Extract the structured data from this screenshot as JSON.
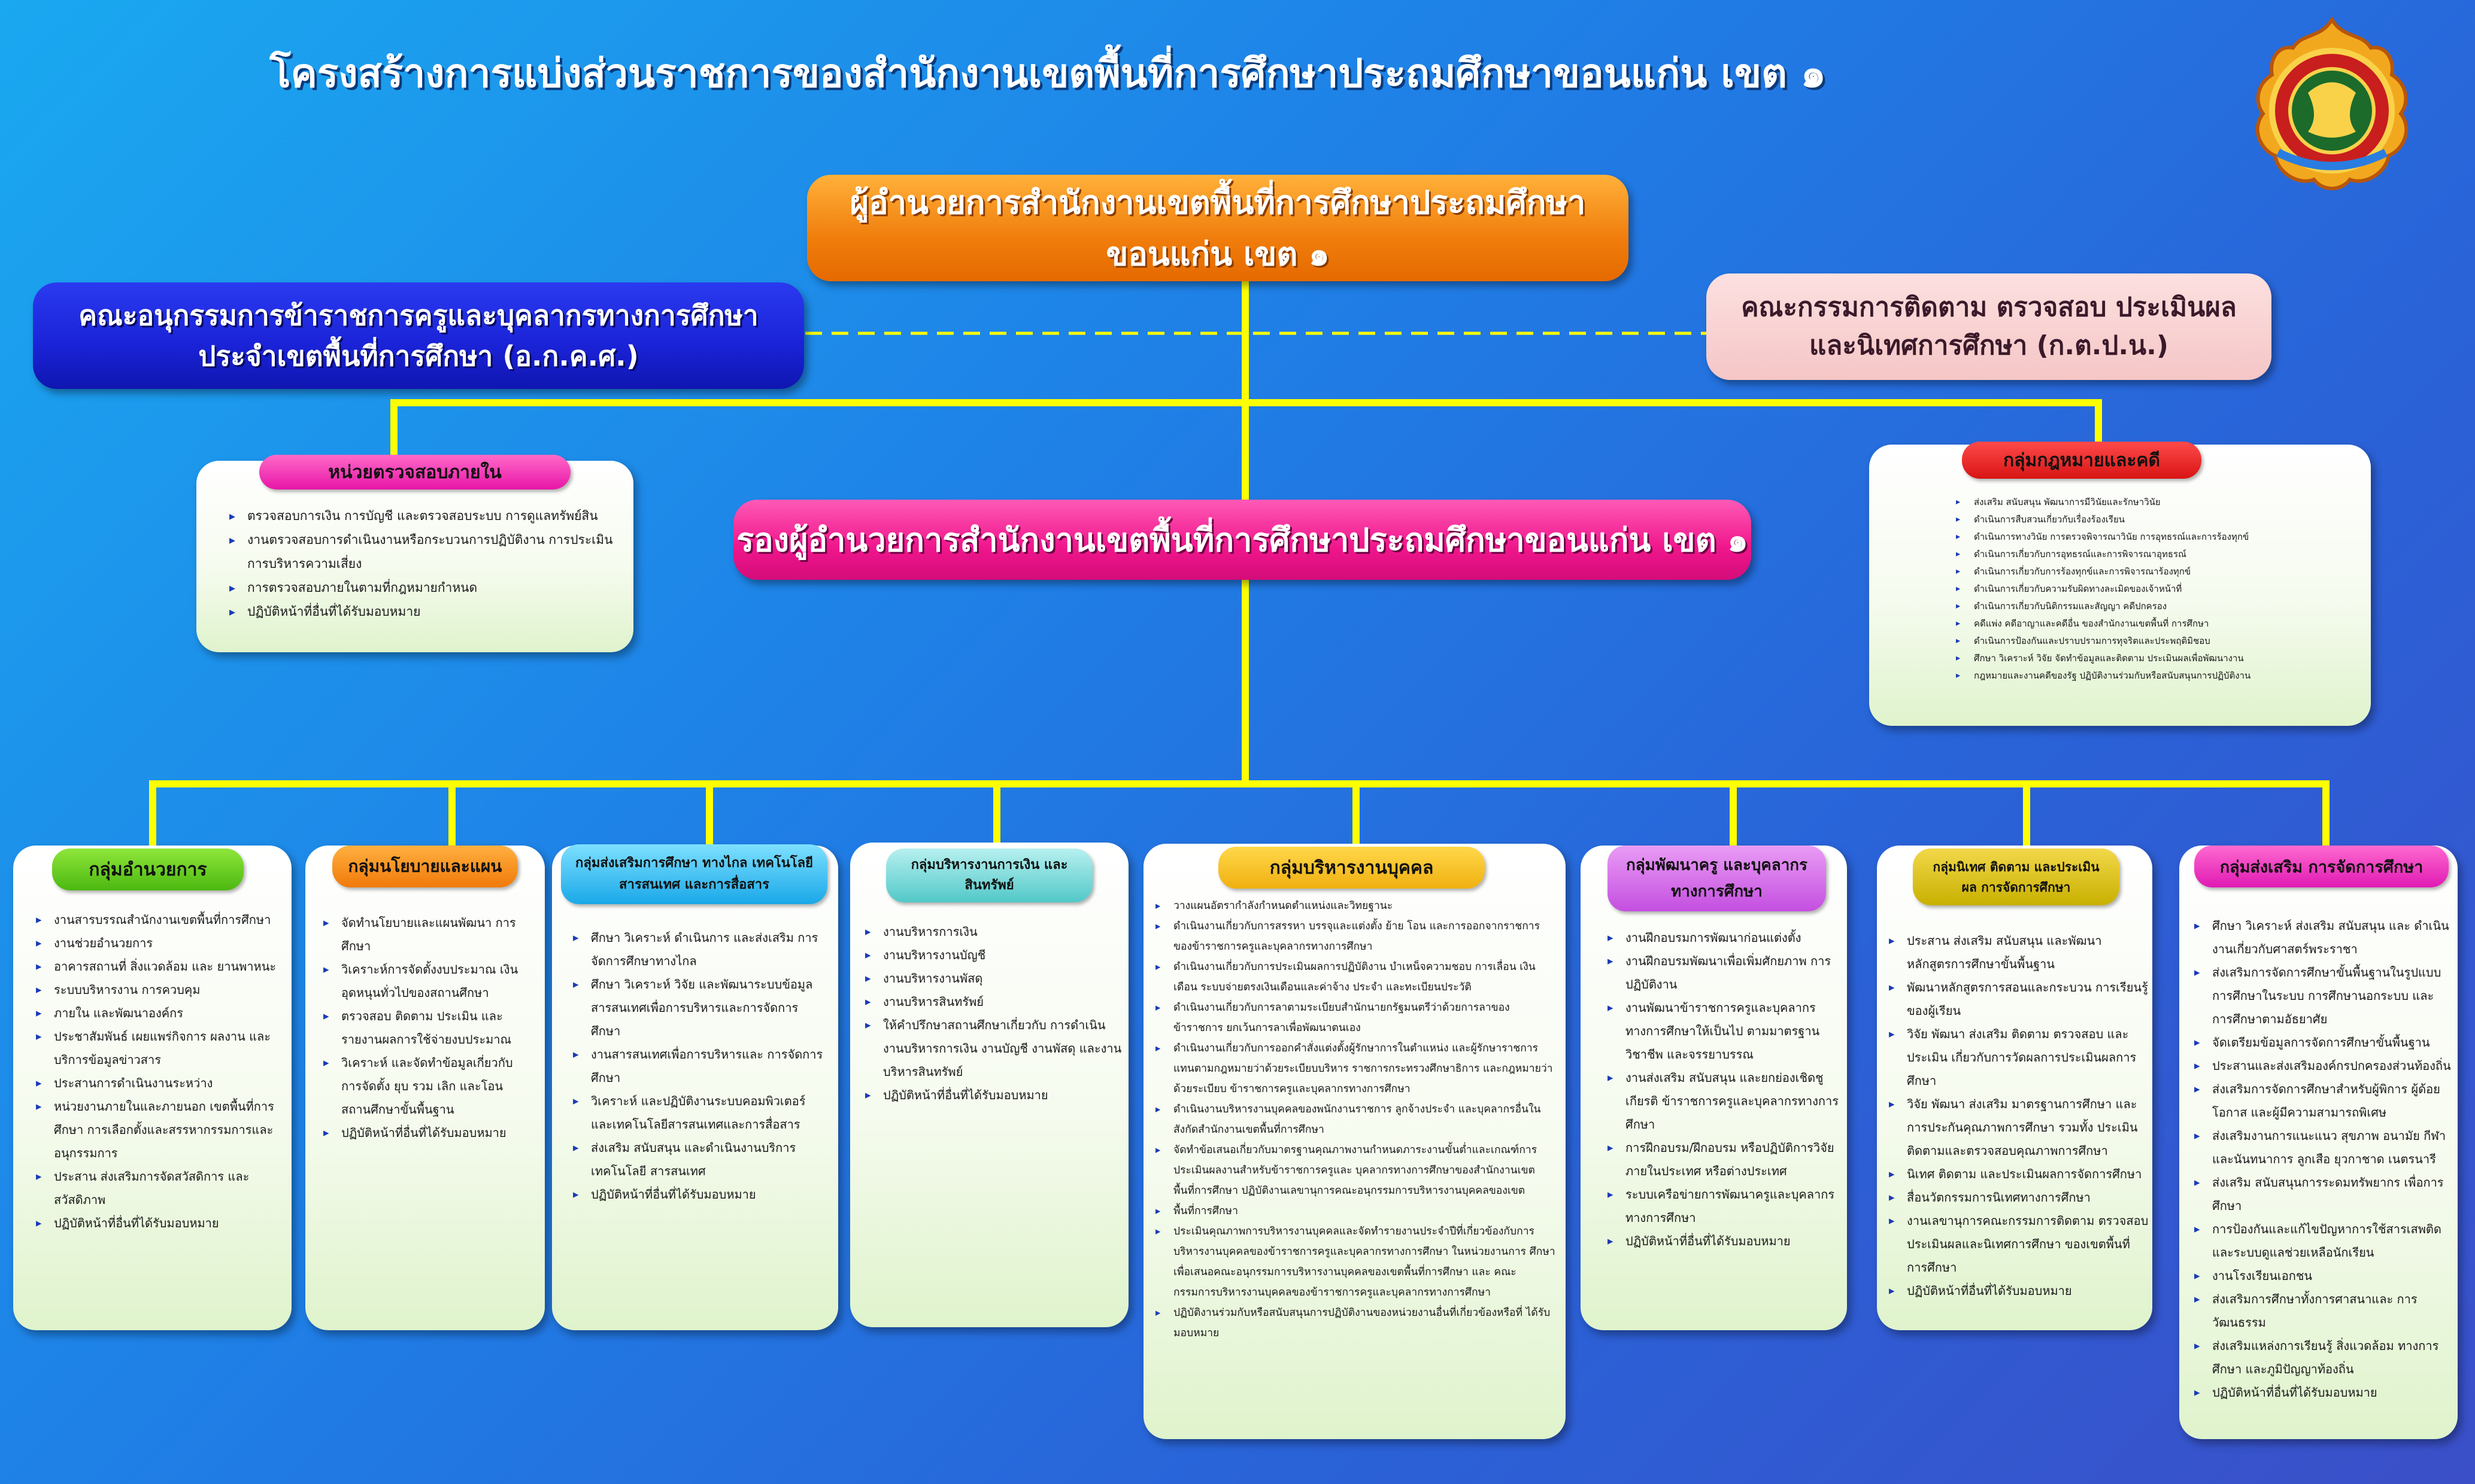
{
  "title": "โครงสร้างการแบ่งส่วนราชการของสำนักงานเขตพื้นที่การศึกษาประถมศึกษาขอนแก่น เขต ๑",
  "director": "ผู้อำนวยการสำนักงานเขตพื้นที่การศึกษาประถมศึกษาขอนแก่น เขต ๑",
  "committee_left": {
    "line1": "คณะอนุกรรมการข้าราชการครูและบุคลากรทางการศึกษา",
    "line2": "ประจำเขตพื้นที่การศึกษา (อ.ก.ค.ศ.)"
  },
  "committee_right": {
    "line1": "คณะกรรมการติดตาม ตรวจสอบ ประเมินผล",
    "line2": "และนิเทศการศึกษา (ก.ต.ป.น.)"
  },
  "deputy": "รองผู้อำนวยการสำนักงานเขตพื้นที่การศึกษาประถมศึกษาขอนแก่น เขต ๑",
  "colors": {
    "connector": "#ffff00",
    "director": "#f07d0c",
    "committee_left": "#1a22d6",
    "committee_right": "#f5c6c6",
    "deputy": "#f0168c"
  },
  "audit": {
    "label": "หน่วยตรวจสอบภายใน",
    "items": [
      "ตรวจสอบการเงิน การบัญชี และตรวจสอบระบบ การดูแลทรัพย์สิน",
      "งานตรวจสอบการดำเนินงานหรือกระบวนการปฏิบัติงาน การประเมินการบริหารความเสี่ยง",
      "การตรวจสอบภายในตามที่กฎหมายกำหนด",
      "ปฏิบัติหน้าที่อื่นที่ได้รับมอบหมาย"
    ]
  },
  "legal": {
    "label": "กลุ่มกฎหมายและคดี",
    "items": [
      "ส่งเสริม สนับสนุน พัฒนาการมีวินัยและรักษาวินัย",
      "ดำเนินการสืบสวนเกี่ยวกับเรื่องร้องเรียน",
      "ดำเนินการทางวินัย การตรวจพิจารณาวินัย การอุทธรณ์และการร้องทุกข์",
      "ดำเนินการเกี่ยวกับการอุทธรณ์และการพิจารณาอุทธรณ์",
      "ดำเนินการเกี่ยวกับการร้องทุกข์และการพิจารณาร้องทุกข์",
      "ดำเนินการเกี่ยวกับความรับผิดทางละเมิดของเจ้าหน้าที่",
      "ดำเนินการเกี่ยวกับนิติกรรมและสัญญา คดีปกครอง",
      "คดีแพ่ง คดีอาญาและคดีอื่น ของสำนักงานเขตพื้นที่ การศึกษา",
      "ดำเนินการป้องกันและปราบปรามการทุจริตและประพฤติมิชอบ",
      "ศึกษา วิเคราะห์ วิจัย จัดทำข้อมูลและติดตาม ประเมินผลเพื่อพัฒนางาน",
      "กฎหมายและงานคดีของรัฐ ปฏิบัติงานร่วมกับหรือสนับสนุนการปฏิบัติงาน"
    ]
  },
  "groups": [
    {
      "label": "กลุ่มอำนวยการ",
      "items": [
        "งานสารบรรณสำนักงานเขตพื้นที่การศึกษา",
        "งานช่วยอำนวยการ",
        "อาคารสถานที่ สิ่งแวดล้อม และ ยานพาหนะ",
        "ระบบบริหารงาน การควบคุม",
        "ภายใน และพัฒนาองค์กร",
        "ประชาสัมพันธ์ เผยแพร่กิจการ ผลงาน และบริการข้อมูลข่าวสาร",
        "ประสานการดำเนินงานระหว่าง",
        "หน่วยงานภายในและภายนอก เขตพื้นที่การศึกษา การเลือกตั้งและสรรหากรรมการและอนุกรรมการ",
        "ประสาน ส่งเสริมการจัดสวัสดิการ และสวัสดิภาพ",
        "ปฏิบัติหน้าที่อื่นที่ได้รับมอบหมาย"
      ]
    },
    {
      "label": "กลุ่มนโยบายและแผน",
      "items": [
        "จัดทำนโยบายและแผนพัฒนา การศึกษา",
        "วิเคราะห์การจัดตั้งงบประมาณ เงินอุดหนุนทั่วไปของสถานศึกษา",
        "ตรวจสอบ ติดตาม ประเมิน และ รายงานผลการใช้จ่ายงบประมาณ",
        "วิเคราะห์ และจัดทำข้อมูลเกี่ยวกับ การจัดตั้ง ยุบ รวม เลิก และโอน สถานศึกษาขั้นพื้นฐาน",
        "ปฏิบัติหน้าที่อื่นที่ได้รับมอบหมาย"
      ]
    },
    {
      "label": "กลุ่มส่งเสริมการศึกษา ทางไกล เทคโนโลยีสารสนเทศ และการสื่อสาร",
      "items": [
        "ศึกษา วิเคราะห์ ดำเนินการ และส่งเสริม การจัดการศึกษาทางไกล",
        "ศึกษา วิเคราะห์ วิจัย และพัฒนาระบบข้อมูล สารสนเทศเพื่อการบริหารและการจัดการศึกษา",
        "งานสารสนเทศเพื่อการบริหารและ การจัดการศึกษา",
        "วิเคราะห์ และปฏิบัติงานระบบคอมพิวเตอร์ และเทคโนโลยีสารสนเทศและการสื่อสาร",
        "ส่งเสริม สนับสนุน และดำเนินงานบริการ เทคโนโลยี สารสนเทศ",
        "ปฏิบัติหน้าที่อื่นที่ได้รับมอบหมาย"
      ]
    },
    {
      "label": "กลุ่มบริหารงานการเงิน และสินทรัพย์",
      "items": [
        "งานบริหารการเงิน",
        "งานบริหารงานบัญชี",
        "งานบริหารงานพัสดุ",
        "งานบริหารสินทรัพย์",
        "ให้คำปรึกษาสถานศึกษาเกี่ยวกับ การดำเนินงานบริหารการเงิน งานบัญชี งานพัสดุ และงานบริหารสินทรัพย์",
        "ปฏิบัติหน้าที่อื่นที่ได้รับมอบหมาย"
      ]
    },
    {
      "label": "กลุ่มบริหารงานบุคคล",
      "items": [
        "วางแผนอัตรากำลังกำหนดตำแหน่งและวิทยฐานะ",
        "ดำเนินงานเกี่ยวกับการสรรหา บรรจุและแต่งตั้ง ย้าย โอน และการออกจากราชการ ของข้าราชการครูและบุคลากรทางการศึกษา",
        "ดำเนินงานเกี่ยวกับการประเมินผลการปฏิบัติงาน บำเหน็จความชอบ การเลื่อน เงินเดือน ระบบจ่ายตรงเงินเดือนและค่าจ้าง ประจำ และทะเบียนประวัติ",
        "ดำเนินงานเกี่ยวกับการลาตามระเบียบสำนักนายกรัฐมนตรีว่าด้วยการลาของ ข้าราชการ ยกเว้นการลาเพื่อพัฒนาตนเอง",
        "ดำเนินงานเกี่ยวกับการออกคำสั่งแต่งตั้งผู้รักษาการในตำแหน่ง และผู้รักษาราชการ แทนตามกฎหมายว่าด้วยระเบียบบริหาร ราชการกระทรวงศึกษาธิการ และกฎหมายว่าด้วยระเบียบ ข้าราชการครูและบุคลากรทางการศึกษา",
        "ดำเนินงานบริหารงานบุคคลของพนักงานราชการ ลูกจ้างประจำ และบุคลากรอื่นใน สังกัดสำนักงานเขตพื้นที่การศึกษา",
        "จัดทำข้อเสนอเกี่ยวกับมาตรฐานคุณภาพงานกำหนดภาระงานขั้นต่ำและเกณฑ์การ ประเมินผลงานสำหรับข้าราชการครูและ บุคลากรทางการศึกษาของสำนักงานเขต พื้นที่การศึกษา ปฏิบัติงานเลขานุการคณะอนุกรรมการบริหารงานบุคคลของเขต",
        "พื้นที่การศึกษา",
        "ประเมินคุณภาพการบริหารงานบุคคลและจัดทำรายงานประจำปีที่เกี่ยวข้องกับการ บริหารงานบุคคลของข้าราชการครูและบุคลากรทางการศึกษา ในหน่วยงานการ ศึกษาเพื่อเสนอคณะอนุกรรมการบริหารงานบุคคลของเขตพื้นที่การศึกษา และ คณะกรรมการบริหารงานบุคคลของข้าราชการครูและบุคลากรทางการศึกษา",
        "ปฏิบัติงานร่วมกับหรือสนับสนุนการปฏิบัติงานของหน่วยงานอื่นที่เกี่ยวข้องหรือที่ ได้รับมอบหมาย"
      ]
    },
    {
      "label": "กลุ่มพัฒนาครู และบุคลากรทางการศึกษา",
      "items": [
        "งานฝึกอบรมการพัฒนาก่อนแต่งตั้ง",
        "งานฝึกอบรมพัฒนาเพื่อเพิ่มศักยภาพ การปฏิบัติงาน",
        "งานพัฒนาข้าราชการครูและบุคลากร ทางการศึกษาให้เป็นไป ตามมาตรฐานวิชาชีพ และจรรยาบรรณ",
        "งานส่งเสริม สนับสนุน และยกย่องเชิดชูเกียรติ ข้าราชการครูและบุคลากรทางการศึกษา",
        "การฝึกอบรม/ฝึกอบรม หรือปฏิบัติการวิจัย ภายในประเทศ หรือต่างประเทศ",
        "ระบบเครือข่ายการพัฒนาครูและบุคลากร ทางการศึกษา",
        "ปฏิบัติหน้าที่อื่นที่ได้รับมอบหมาย"
      ]
    },
    {
      "label": "กลุ่มนิเทศ ติดตาม และประเมินผล การจัดการศึกษา",
      "items": [
        "ประสาน ส่งเสริม สนับสนุน และพัฒนา หลักสูตรการศึกษาขั้นพื้นฐาน",
        "พัฒนาหลักสูตรการสอนและกระบวน การเรียนรู้ของผู้เรียน",
        "วิจัย พัฒนา ส่งเสริม ติดตาม ตรวจสอบ และประเมิน เกี่ยวกับการวัดผลการประเมินผลการศึกษา",
        "วิจัย พัฒนา ส่งเสริม มาตรฐานการศึกษา และการประกันคุณภาพการศึกษา รวมทั้ง ประเมินติดตามและตรวจสอบคุณภาพการศึกษา",
        "นิเทศ ติดตาม และประเมินผลการจัดการศึกษา",
        "สื่อนวัตกรรมการนิเทศทางการศึกษา",
        "งานเลขานุการคณะกรรมการติดตาม ตรวจสอบ ประเมินผลและนิเทศการศึกษา ของเขตพื้นที่การศึกษา",
        "ปฏิบัติหน้าที่อื่นที่ได้รับมอบหมาย"
      ]
    },
    {
      "label": "กลุ่มส่งเสริม การจัดการศึกษา",
      "items": [
        "ศึกษา วิเคราะห์ ส่งเสริม สนับสนุน และ ดำเนินงานเกี่ยวกับศาสตร์พระราชา",
        "ส่งเสริมการจัดการศึกษาขั้นพื้นฐานในรูปแบบ การศึกษาในระบบ การศึกษานอกระบบ และ การศึกษาตามอัธยาศัย",
        "จัดเตรียมข้อมูลการจัดการศึกษาขั้นพื้นฐาน",
        "ประสานและส่งเสริมองค์กรปกครองส่วนท้องถิ่น",
        "ส่งเสริมการจัดการศึกษาสำหรับผู้พิการ ผู้ด้อยโอกาส และผู้มีความสามารถพิเศษ",
        "ส่งเสริมงานการแนะแนว สุขภาพ อนามัย กีฬา และนันทนาการ ลูกเสือ ยุวกาชาด เนตรนารี",
        "ส่งเสริม สนับสนุนการระดมทรัพยากร เพื่อการศึกษา",
        "การป้องกันและแก้ไขปัญหาการใช้สารเสพติด และระบบดูแลช่วยเหลือนักเรียน",
        "งานโรงเรียนเอกชน",
        "ส่งเสริมการศึกษาทั้งการศาสนาและ การวัฒนธรรม",
        "ส่งเสริมแหล่งการเรียนรู้ สิ่งแวดล้อม ทางการศึกษา และภูมิปัญญาท้องถิ่น",
        "ปฏิบัติหน้าที่อื่นที่ได้รับมอบหมาย"
      ]
    }
  ]
}
